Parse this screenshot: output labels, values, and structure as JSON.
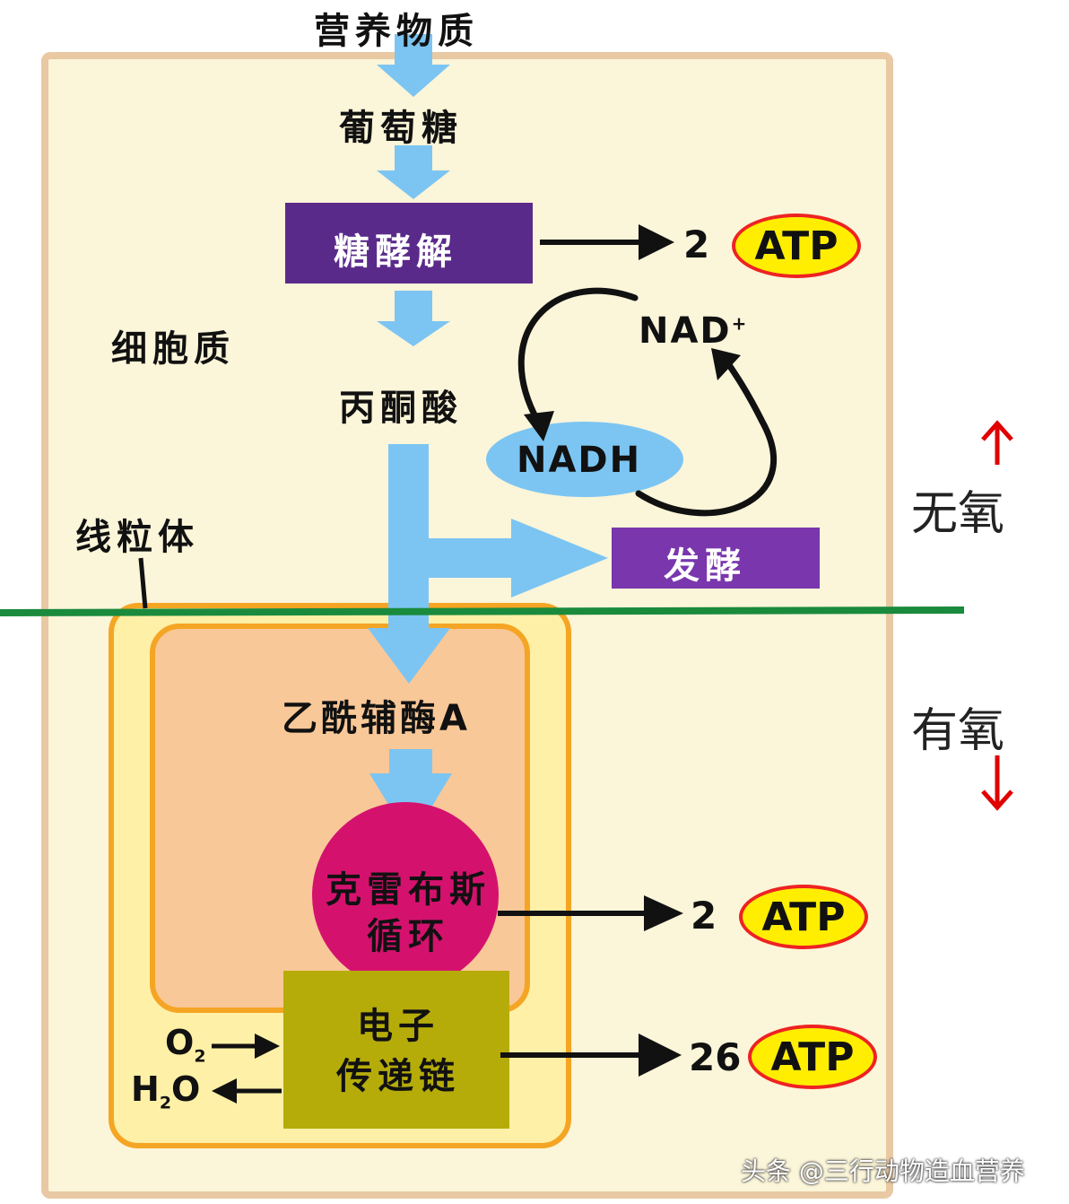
{
  "labels": {
    "nutrients": "营养物质",
    "glucose": "葡萄糖",
    "glycolysis": "糖酵解",
    "cytoplasm": "细胞质",
    "pyruvate": "丙酮酸",
    "mitochondria": "线粒体",
    "fermentation": "发酵",
    "acetyl_coa": "乙酰辅酶A",
    "krebs_line1": "克雷布斯",
    "krebs_line2": "循环",
    "etc_line1": "电子",
    "etc_line2": "传递链",
    "nad_plus": "NAD",
    "nad_plus_sup": "+",
    "nadh": "NADH",
    "o2": "O",
    "o2_sub": "2",
    "h2o_h": "H",
    "h2o_sub": "2",
    "h2o_o": "O",
    "anaerobic": "无氧",
    "aerobic": "有氧"
  },
  "atp_outputs": [
    {
      "count": "2",
      "unit": "ATP"
    },
    {
      "count": "2",
      "unit": "ATP"
    },
    {
      "count": "26",
      "unit": "ATP"
    }
  ],
  "watermark": "头条 @三行动物造血营养",
  "colors": {
    "cytoplasm_fill": "#fbf5d9",
    "cell_border": "#e8c9a3",
    "mito_outer": "#fef0a6",
    "mito_inner": "#f9c898",
    "mito_border": "#f5a524",
    "flow_arrow": "#7cc5f2",
    "glycolysis_box": "#5a2a8a",
    "fermentation_box": "#7a36ad",
    "krebs_circle": "#d4126e",
    "etc_box": "#b5ac0a",
    "nadh_ellipse": "#7cc5f2",
    "divider_line": "#1a8a3c",
    "up_down_arrows": "#e00000",
    "atp_fill": "#ffee00",
    "atp_border": "#ee2222"
  }
}
